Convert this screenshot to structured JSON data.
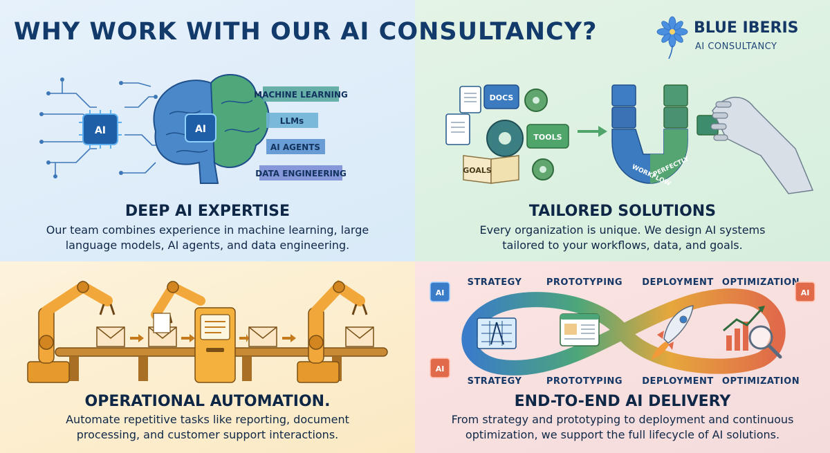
{
  "header": {
    "title": "WHY WORK WITH OUR AI CONSULTANCY?",
    "brand_name": "BLUE IBERIS",
    "brand_sub": "AI CONSULTANCY"
  },
  "colors": {
    "navy": "#123a6b",
    "q1_bg": "#e6f1fb",
    "q2_bg": "#e4f4e6",
    "q3_bg": "#fdf3dc",
    "q4_bg": "#fbe4e2",
    "robot_orange": "#f2a73a"
  },
  "sections": {
    "expertise": {
      "title": "DEEP AI EXPERTISE",
      "desc_line1": "Our team combines experience in machine learning, large",
      "desc_line2": "language models, AI agents, and data engineering.",
      "chip_main": "AI",
      "chip_brain": "AI",
      "pills": [
        "MACHINE LEARNING",
        "LLMs",
        "AI AGENTS",
        "DATA ENGINEERING"
      ],
      "icons": [
        "ai-chip-icon",
        "brain-icon"
      ]
    },
    "tailored": {
      "title": "TAILORED SOLUTIONS",
      "desc_line1": "Every organization is unique. We design AI systems",
      "desc_line2": "tailored to your workflows, data, and goals.",
      "labels": {
        "docs": "DOCS",
        "tools": "TOOLS",
        "goals": "GOALS",
        "workflow": "WORKFLOW",
        "perfectly": "PERFECTLY"
      },
      "icons": [
        "document-icon",
        "gear-icon",
        "puzzle-block-icon",
        "robot-hand-icon"
      ]
    },
    "automation": {
      "title": "OPERATIONAL AUTOMATION.",
      "desc_line1": "Automate repetitive tasks like reporting, document",
      "desc_line2": "processing, and customer support interactions.",
      "icons": [
        "robot-arm-icon",
        "envelope-icon",
        "conveyor-icon",
        "kiosk-icon"
      ]
    },
    "delivery": {
      "title": "END-TO-END AI DELIVERY",
      "desc_line1": "From strategy and prototyping to deployment and continuous",
      "desc_line2": "optimization, we support the full lifecycle of AI solutions.",
      "steps_top": [
        "STRATEGY",
        "PROTOTYPING",
        "DEPLOYMENT",
        "OPTIMIZATION"
      ],
      "steps_bottom": [
        "STRATEGY",
        "PROTOTYPING",
        "DEPLOYMENT",
        "OPTIMIZATION"
      ],
      "chip_label": "AI",
      "icons": [
        "blueprint-icon",
        "browser-window-icon",
        "rocket-icon",
        "magnifier-chart-icon"
      ]
    }
  }
}
